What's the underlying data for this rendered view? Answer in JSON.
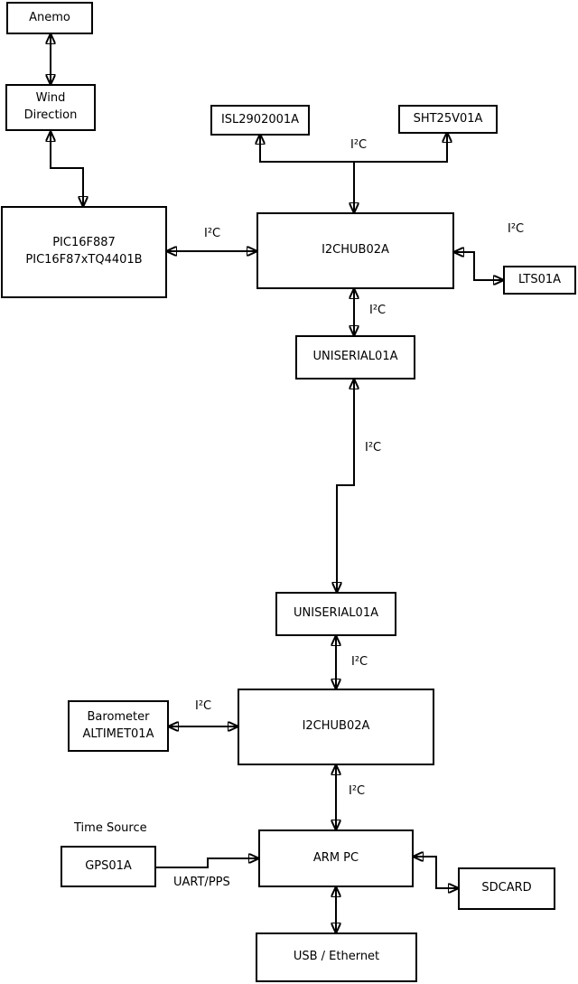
{
  "diagram": {
    "colors": {
      "background": "#ffffff",
      "line": "#000000",
      "box_fill": "#ffffff",
      "text": "#000000"
    },
    "nodes": {
      "anemo": "Anemo",
      "wind_direction": "Wind\nDirection",
      "pic": "PIC16F887\nPIC16F87xTQ4401B",
      "isl": "ISL2902001A",
      "sht": "SHT25V01A",
      "hub1": "I2CHUB02A",
      "lts": "LTS01A",
      "uniserial1": "UNISERIAL01A",
      "uniserial2": "UNISERIAL01A",
      "hub2": "I2CHUB02A",
      "barometer": "Barometer\nALTIMET01A",
      "arm_pc": "ARM PC",
      "gps": "GPS01A",
      "sdcard": "SDCARD",
      "usb_ethernet": "USB / Ethernet"
    },
    "edge_labels": {
      "i2c_pic_hub1": "I²C",
      "i2c_hub1_sensors": "I²C",
      "i2c_hub1_lts": "I²C",
      "i2c_hub1_uniserial1": "I²C",
      "i2c_uniserial_link": "I²C",
      "i2c_uniserial2_hub2": "I²C",
      "i2c_barometer_hub2": "I²C",
      "i2c_hub2_armpc": "I²C",
      "time_source": "Time Source",
      "uart_pps": "UART/PPS"
    },
    "edges": [
      {
        "from": "Anemo",
        "to": "Wind Direction",
        "arrows": "both",
        "label": ""
      },
      {
        "from": "Wind Direction",
        "to": "PIC16F887 PIC16F87xTQ4401B",
        "arrows": "both",
        "label": ""
      },
      {
        "from": "PIC16F887 PIC16F87xTQ4401B",
        "to": "I2CHUB02A (upper)",
        "arrows": "both",
        "label": "I²C"
      },
      {
        "from": "I2CHUB02A (upper)",
        "to": "ISL2902001A",
        "arrows": "to",
        "label": "I²C"
      },
      {
        "from": "I2CHUB02A (upper)",
        "to": "SHT25V01A",
        "arrows": "to",
        "label": "I²C"
      },
      {
        "from": "I2CHUB02A (upper)",
        "to": "LTS01A",
        "arrows": "both",
        "label": "I²C"
      },
      {
        "from": "I2CHUB02A (upper)",
        "to": "UNISERIAL01A (upper)",
        "arrows": "both",
        "label": "I²C"
      },
      {
        "from": "UNISERIAL01A (upper)",
        "to": "UNISERIAL01A (lower)",
        "arrows": "both",
        "label": "I²C"
      },
      {
        "from": "UNISERIAL01A (lower)",
        "to": "I2CHUB02A (lower)",
        "arrows": "both",
        "label": "I²C"
      },
      {
        "from": "Barometer ALTIMET01A",
        "to": "I2CHUB02A (lower)",
        "arrows": "both",
        "label": "I²C"
      },
      {
        "from": "I2CHUB02A (lower)",
        "to": "ARM PC",
        "arrows": "both",
        "label": "I²C"
      },
      {
        "from": "GPS01A",
        "to": "ARM PC",
        "arrows": "to",
        "label": "UART/PPS"
      },
      {
        "from": "ARM PC",
        "to": "SDCARD",
        "arrows": "both",
        "label": ""
      },
      {
        "from": "ARM PC",
        "to": "USB / Ethernet",
        "arrows": "both",
        "label": ""
      }
    ]
  }
}
